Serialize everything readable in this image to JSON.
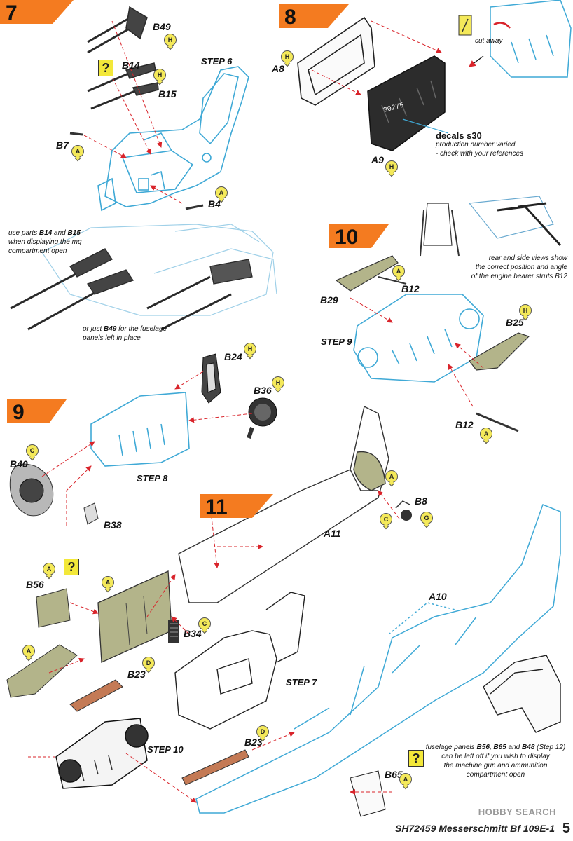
{
  "steps": {
    "s7": {
      "number": "7",
      "caption": "STEP 6"
    },
    "s8": {
      "number": "8"
    },
    "s9": {
      "number": "9",
      "caption": "STEP 8"
    },
    "s10": {
      "number": "10",
      "caption": "STEP 9"
    },
    "s11": {
      "number": "11",
      "captions": [
        "STEP 7",
        "STEP 10"
      ]
    }
  },
  "parts": {
    "B49": "B49",
    "B14": "B14",
    "B15": "B15",
    "B7": "B7",
    "B4": "B4",
    "A8": "A8",
    "A9": "A9",
    "B29": "B29",
    "B12a": "B12",
    "B12b": "B12",
    "B25": "B25",
    "B24": "B24",
    "B36": "B36",
    "B40": "B40",
    "B38": "B38",
    "A11": "A11",
    "B8": "B8",
    "B56": "B56",
    "B34": "B34",
    "B23a": "B23",
    "B23b": "B23",
    "A10": "A10",
    "B65": "B65"
  },
  "sprues": {
    "b49": "H",
    "b14": "H",
    "b7": "A",
    "b4": "A",
    "a8": "H",
    "a9": "H",
    "b29": "A",
    "b25": "H",
    "b12b": "A",
    "b24": "H",
    "b36": "H",
    "b40": "C",
    "a11": "A",
    "b8c": "C",
    "b8g": "G",
    "b56": "A",
    "b56panel": "A",
    "b34": "C",
    "b23a": "A",
    "b23ad": "D",
    "b23b": "D",
    "b65": "A"
  },
  "notes": {
    "cut_away": "cut away",
    "decals_title": "decals s30",
    "decals_line1": "production number varied",
    "decals_line2": "- check with your references",
    "decal_number": "30275",
    "mg_note_pre": "use parts ",
    "mg_note_b14": "B14",
    "mg_note_and": " and ",
    "mg_note_b15": "B15",
    "mg_note_line2": "when displaying the mg",
    "mg_note_line3": "compartment open",
    "b49_note_pre": "or just ",
    "b49_note_part": "B49",
    "b49_note_post": " for the fuselage",
    "b49_note_line2": "panels left in place",
    "strut_line1": "rear and side views show",
    "strut_line2": "the correct position and angle",
    "strut_line3": "of the engine bearer struts B12",
    "panel_note_pre": "fuselage panels ",
    "panel_note_parts": "B56, B65",
    "panel_note_and": " and ",
    "panel_note_b48": "B48",
    "panel_note_step": " (Step 12)",
    "panel_line2": "can be left off if you wish to display",
    "panel_line3": "the machine gun and ammunition",
    "panel_line4": "compartment open"
  },
  "qmark": "?",
  "footer": {
    "title": "SH72459 Messerschmitt Bf 109E-1",
    "page": "5",
    "watermark": "HOBBY SEARCH"
  },
  "colors": {
    "orange": "#f47b20",
    "blue": "#3fa9d6",
    "red": "#d9242b",
    "olive": "#b3b48a",
    "yellow": "#f4e95a",
    "dark": "#2a2a2a",
    "wood": "#c47a55"
  }
}
